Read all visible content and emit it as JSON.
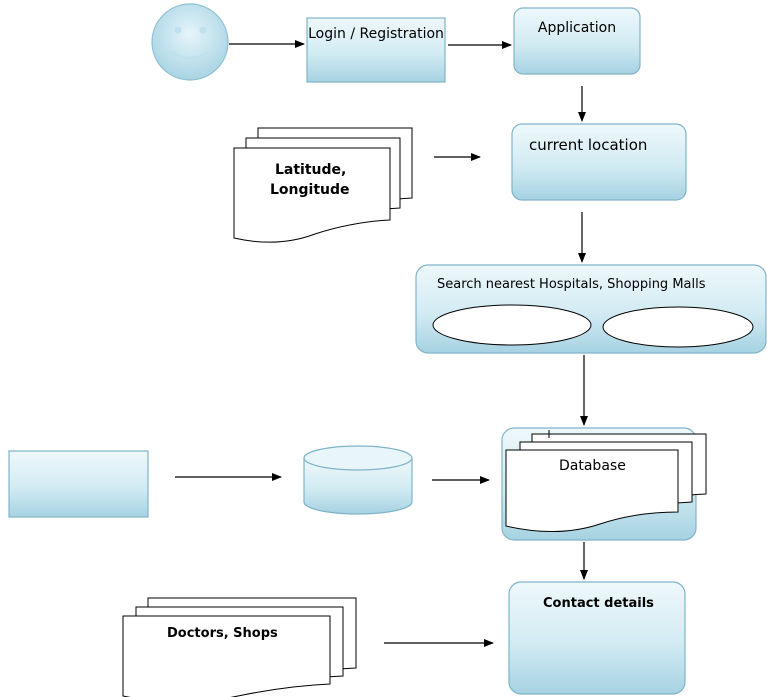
{
  "nodes": {
    "login": {
      "label": "Login / Registration"
    },
    "application": {
      "label": "Application"
    },
    "current_location": {
      "label": "current location"
    },
    "coords": {
      "label_line1": "Latitude,",
      "label_line2": "Longitude"
    },
    "search": {
      "label": "Search nearest Hospitals, Shopping Malls"
    },
    "database": {
      "label": "Database"
    },
    "contact": {
      "label": "Contact details"
    },
    "doctors": {
      "label": "Doctors, Shops"
    }
  },
  "colors": {
    "box_top": "#eaf6fa",
    "box_bottom": "#a8d4e4",
    "border": "#7fb4c8",
    "line": "#000000"
  }
}
